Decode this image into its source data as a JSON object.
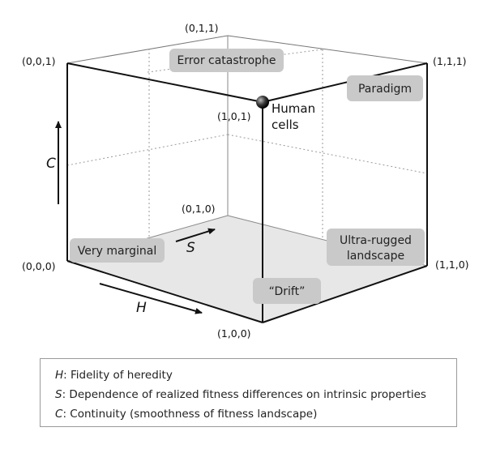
{
  "vertices": {
    "v000": "(0,0,0)",
    "v001": "(0,0,1)",
    "v010": "(0,1,0)",
    "v011": "(0,1,1)",
    "v100": "(1,0,0)",
    "v101": "(1,0,1)",
    "v110": "(1,1,0)",
    "v111": "(1,1,1)"
  },
  "axes": {
    "h": "H",
    "s": "S",
    "c": "C"
  },
  "regions": {
    "error_catastrophe": "Error catastrophe",
    "paradigm": "Paradigm",
    "very_marginal": "Very marginal",
    "ultra_rugged_1": "Ultra-rugged",
    "ultra_rugged_2": "landscape",
    "drift": "“Drift”"
  },
  "marker": {
    "line1": "Human",
    "line2": "cells"
  },
  "legend": [
    {
      "symbol": "H",
      "text": ": Fidelity of heredity"
    },
    {
      "symbol": "S",
      "text": ": Dependence of realized fitness differences on intrinsic properties"
    },
    {
      "symbol": "C",
      "text": ": Continuity (smoothness of fitness landscape)"
    }
  ],
  "colors": {
    "floor": "#e7e7e7",
    "label_box": "#c9c9c9",
    "edge": "#111111",
    "dotted": "#9a9a9a"
  }
}
